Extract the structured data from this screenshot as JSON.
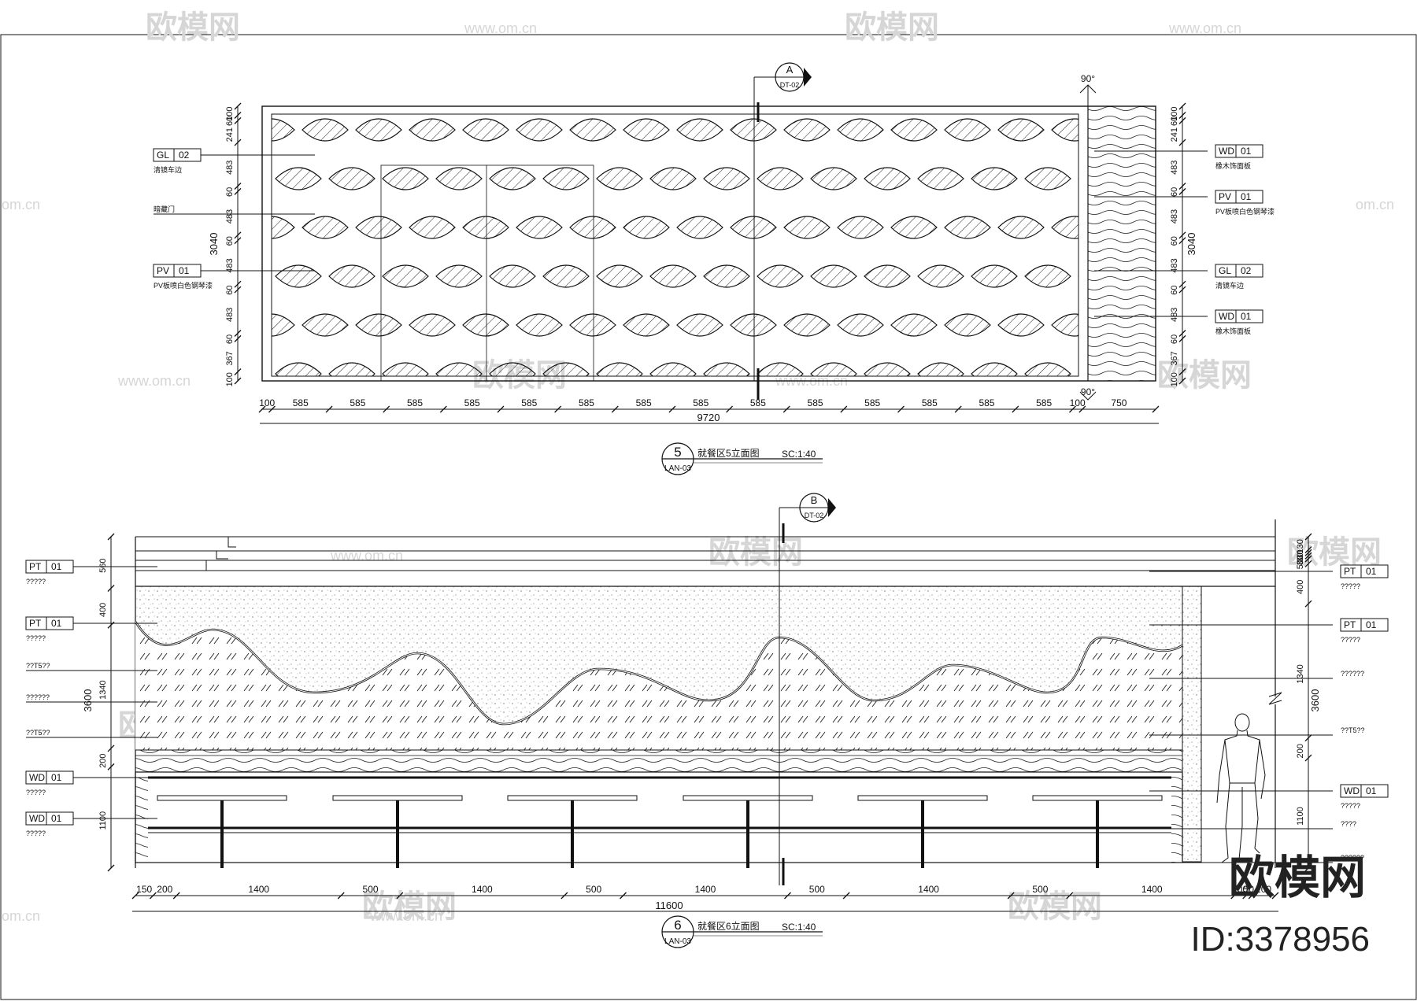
{
  "watermark": {
    "brand": "欧模网",
    "url": "www.om.cn",
    "partial_domain": "om.cn"
  },
  "brand_corner": {
    "name": "欧模网",
    "id": "ID:3378956"
  },
  "elevation5": {
    "section": {
      "letter": "A",
      "ref": "DT-02"
    },
    "angle_top": "90°",
    "angle_bottom": "90°",
    "height_total": "3040",
    "left_dims": [
      "100",
      "60",
      "241",
      "483",
      "60",
      "483",
      "60",
      "483",
      "60",
      "483",
      "60",
      "367",
      "100"
    ],
    "right_dims": [
      "100",
      "60",
      "241",
      "483",
      "60",
      "483",
      "60",
      "483",
      "60",
      "483",
      "60",
      "367",
      "100"
    ],
    "bottom_dims": [
      "100",
      "585",
      "585",
      "585",
      "585",
      "585",
      "585",
      "585",
      "585",
      "585",
      "585",
      "585",
      "585",
      "585",
      "585",
      "100",
      "750"
    ],
    "total_width": "9720",
    "tags_left": [
      {
        "code": "GL",
        "num": "02",
        "note": "清镜车边"
      },
      {
        "code": "",
        "num": "",
        "note": "暗藏门"
      },
      {
        "code": "PV",
        "num": "01",
        "note": "PV板喷白色钢琴漆"
      }
    ],
    "tags_right": [
      {
        "code": "WD",
        "num": "01",
        "note": "橡木饰面板"
      },
      {
        "code": "PV",
        "num": "01",
        "note": "PV板喷白色钢琴漆"
      },
      {
        "code": "GL",
        "num": "02",
        "note": "清镜车边"
      },
      {
        "code": "WD",
        "num": "01",
        "note": "橡木饰面板"
      }
    ],
    "title_num": "5",
    "title_ref": "LAN-03",
    "title": "就餐区5立面图",
    "scale": "SC:1:40"
  },
  "elevation6": {
    "section": {
      "letter": "B",
      "ref": "DT-02"
    },
    "height_total": "3600",
    "left_dims": [
      "560",
      "400",
      "1340",
      "200",
      "1100"
    ],
    "right_dims": [
      "130",
      "30",
      "30",
      "30",
      "50",
      "400",
      "1340",
      "200",
      "1100"
    ],
    "bottom_dims": [
      "150",
      "200",
      "1400",
      "500",
      "1400",
      "500",
      "1400",
      "500",
      "1400",
      "500",
      "1400",
      "100",
      "50",
      "200"
    ],
    "total_width": "11600",
    "tags_left": [
      {
        "code": "PT",
        "num": "01",
        "note": "?????"
      },
      {
        "code": "PT",
        "num": "01",
        "note": "?????"
      },
      {
        "code": "",
        "num": "",
        "note": "??T5??"
      },
      {
        "code": "",
        "num": "",
        "note": "??????"
      },
      {
        "code": "",
        "num": "",
        "note": "??T5??"
      },
      {
        "code": "WD",
        "num": "01",
        "note": "?????"
      },
      {
        "code": "WD",
        "num": "01",
        "note": "?????"
      }
    ],
    "tags_right": [
      {
        "code": "PT",
        "num": "01",
        "note": "?????"
      },
      {
        "code": "PT",
        "num": "01",
        "note": "?????"
      },
      {
        "code": "",
        "num": "",
        "note": "??????"
      },
      {
        "code": "",
        "num": "",
        "note": "??T5??"
      },
      {
        "code": "WD",
        "num": "01",
        "note": "?????"
      },
      {
        "code": "",
        "num": "",
        "note": "????"
      },
      {
        "code": "",
        "num": "",
        "note": "??????"
      }
    ],
    "title_num": "6",
    "title_ref": "LAN-03",
    "title": "就餐区6立面图",
    "scale": "SC:1:40"
  }
}
